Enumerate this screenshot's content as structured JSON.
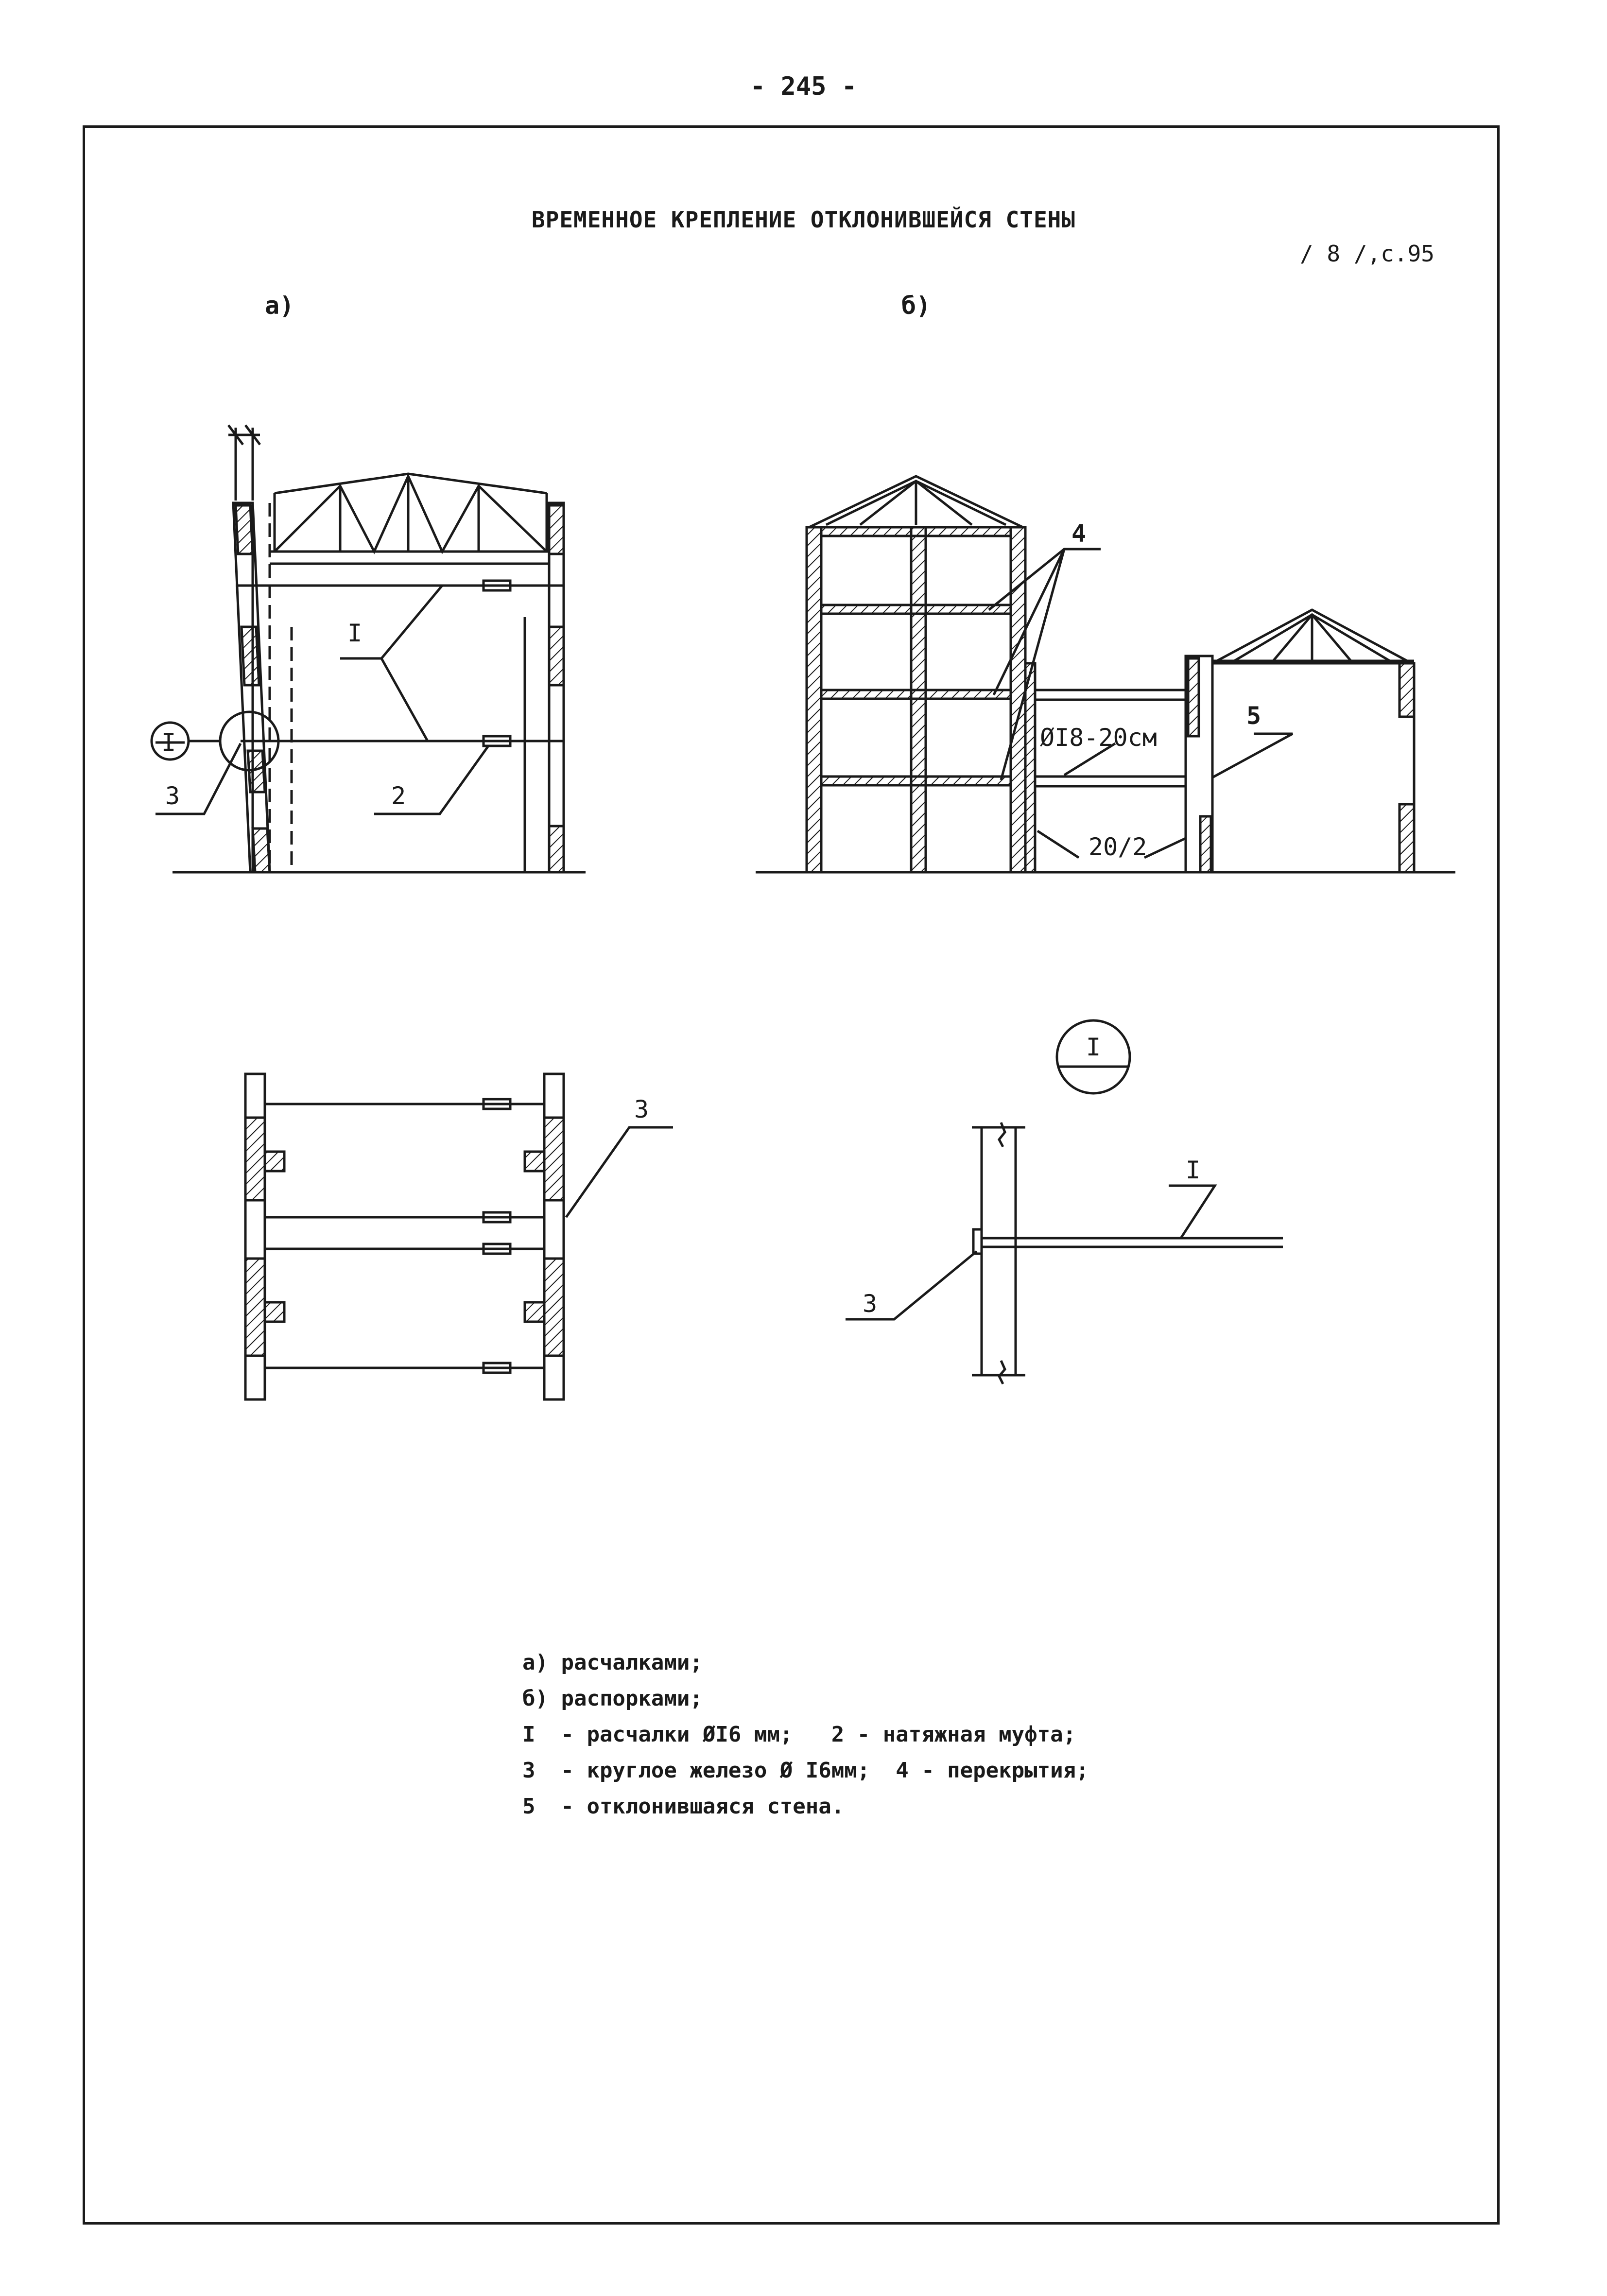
{
  "page_number": "- 245 -",
  "title": "ВРЕМЕННОЕ КРЕПЛЕНИЕ ОТКЛОНИВШЕЙСЯ СТЕНЫ",
  "reference": "/ 8 /,с.95",
  "figures": {
    "a_label": "а)",
    "b_label": "б)"
  },
  "callouts": {
    "guy_wire": "I",
    "turnbuckle": "2",
    "round_iron": "3",
    "floors": "4",
    "leaning_wall": "5",
    "detail_mark": "I",
    "strut_size": "ØI8-20см",
    "strut_spacing": "20/2",
    "plan_round_iron": "3",
    "detail_wire": "I",
    "detail_round_iron": "3"
  },
  "legend": [
    "а) расчалками;",
    "б) распорками;",
    "I  - расчалки ØI6 мм;   2 - натяжная муфта;",
    "3  - круглое железо Ø I6мм;  4 - перекрытия;",
    "5  - отклонившаяся стена."
  ]
}
